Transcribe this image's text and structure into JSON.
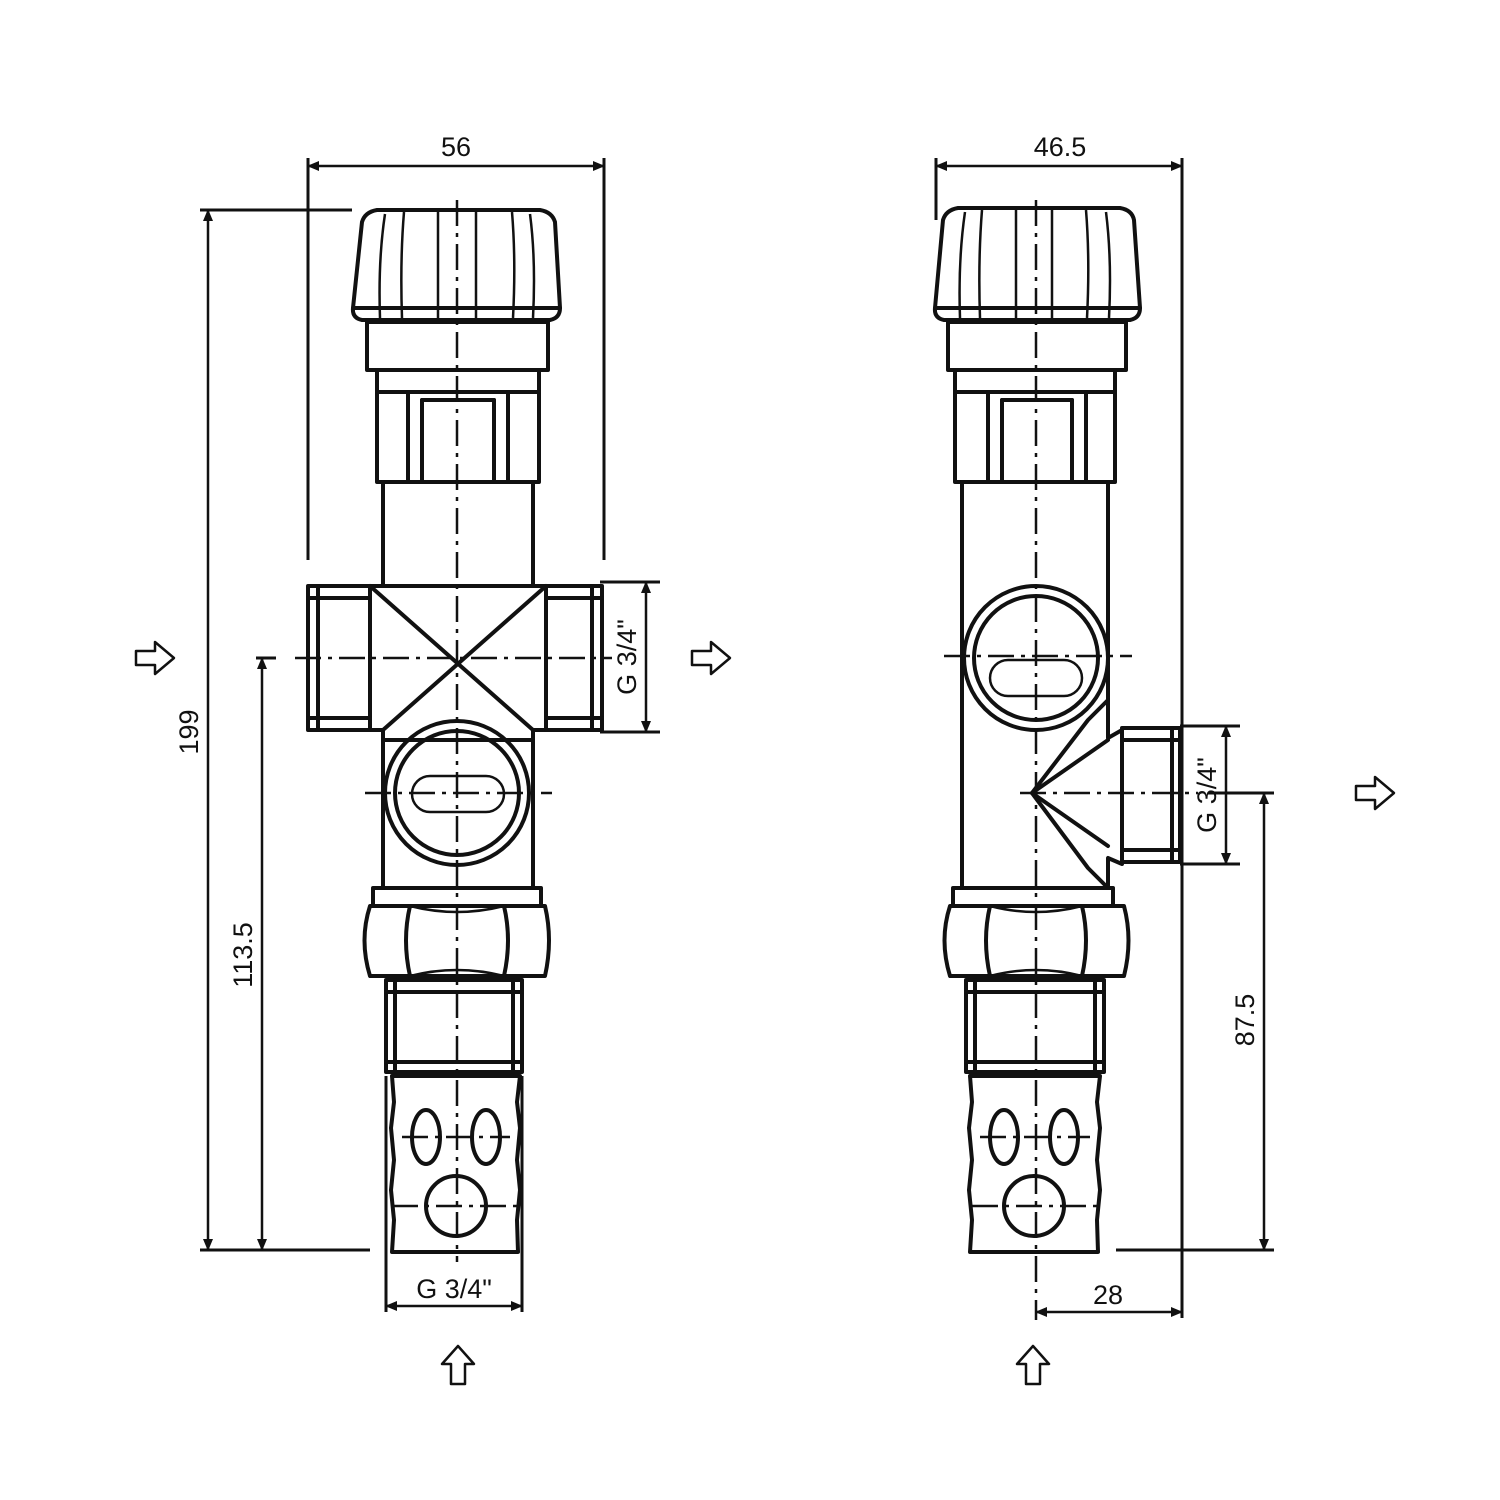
{
  "front_view": {
    "width_label": "56",
    "overall_height_label": "199",
    "outlet_height_label": "113.5",
    "side_port_thread_label": "G 3/4\"",
    "bottom_port_thread_label": "G 3/4\""
  },
  "side_view": {
    "width_label": "46.5",
    "port_thread_label": "G 3/4\"",
    "port_height_label": "87.5",
    "offset_label": "28"
  },
  "colors": {
    "line": "#111111",
    "background": "#ffffff"
  },
  "icons": {
    "flow_arrow": "flow-direction-arrow-icon"
  }
}
